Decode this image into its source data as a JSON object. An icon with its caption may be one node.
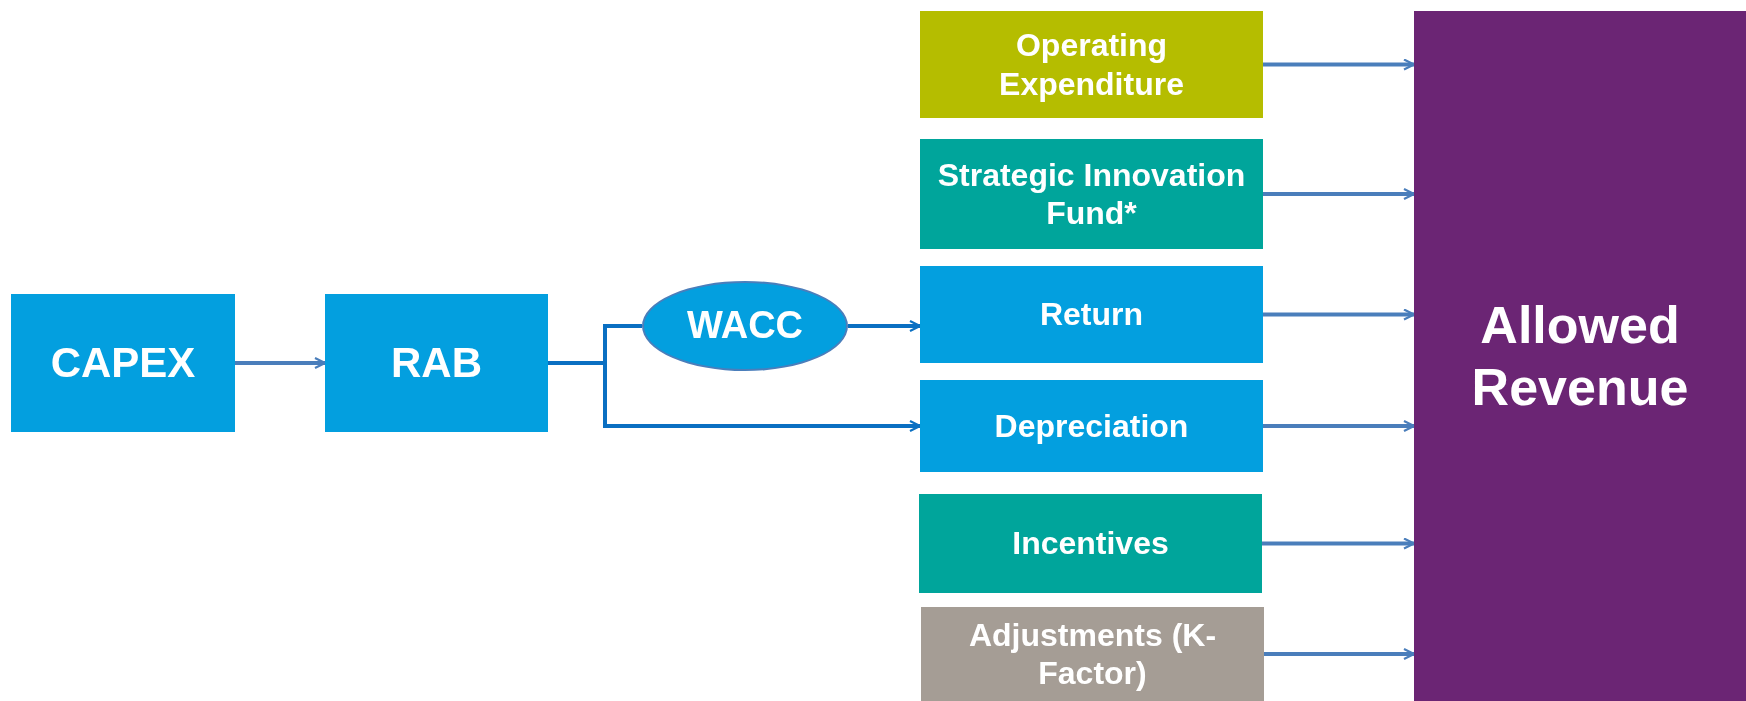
{
  "diagram": {
    "nodes": [
      {
        "text": [
          "CAPEX"
        ]
      },
      {
        "text": [
          "RAB"
        ]
      },
      {
        "text": [
          "WACC"
        ]
      },
      {
        "text": [
          "Operating Expenditure"
        ]
      },
      {
        "text": [
          "Strategic Innovation Fund*"
        ]
      },
      {
        "text": [
          "Return"
        ]
      },
      {
        "text": [
          "Depreciation"
        ]
      },
      {
        "text": [
          "Incentives"
        ]
      },
      {
        "text": [
          "Adjustments (K-Factor)"
        ]
      },
      {
        "text": [
          "Allowed Revenue"
        ]
      }
    ],
    "edges": [
      {
        "from": 0,
        "to": 1,
        "arrow": "to"
      },
      {
        "from": 1,
        "to": 2,
        "arrow": "none",
        "color": "#0a6fc2"
      },
      {
        "from": 1,
        "to": 6,
        "arrow": "to",
        "color": "#0a6fc2"
      },
      {
        "from": 2,
        "to": 5,
        "arrow": "to",
        "color": "#0a6fc2"
      },
      {
        "from": 3,
        "to": 9,
        "arrow": "to"
      },
      {
        "from": 4,
        "to": 9,
        "arrow": "to"
      },
      {
        "from": 5,
        "to": 9,
        "arrow": "to"
      },
      {
        "from": 6,
        "to": 9,
        "arrow": "to"
      },
      {
        "from": 7,
        "to": 9,
        "arrow": "to"
      },
      {
        "from": 8,
        "to": 9,
        "arrow": "to"
      }
    ]
  }
}
